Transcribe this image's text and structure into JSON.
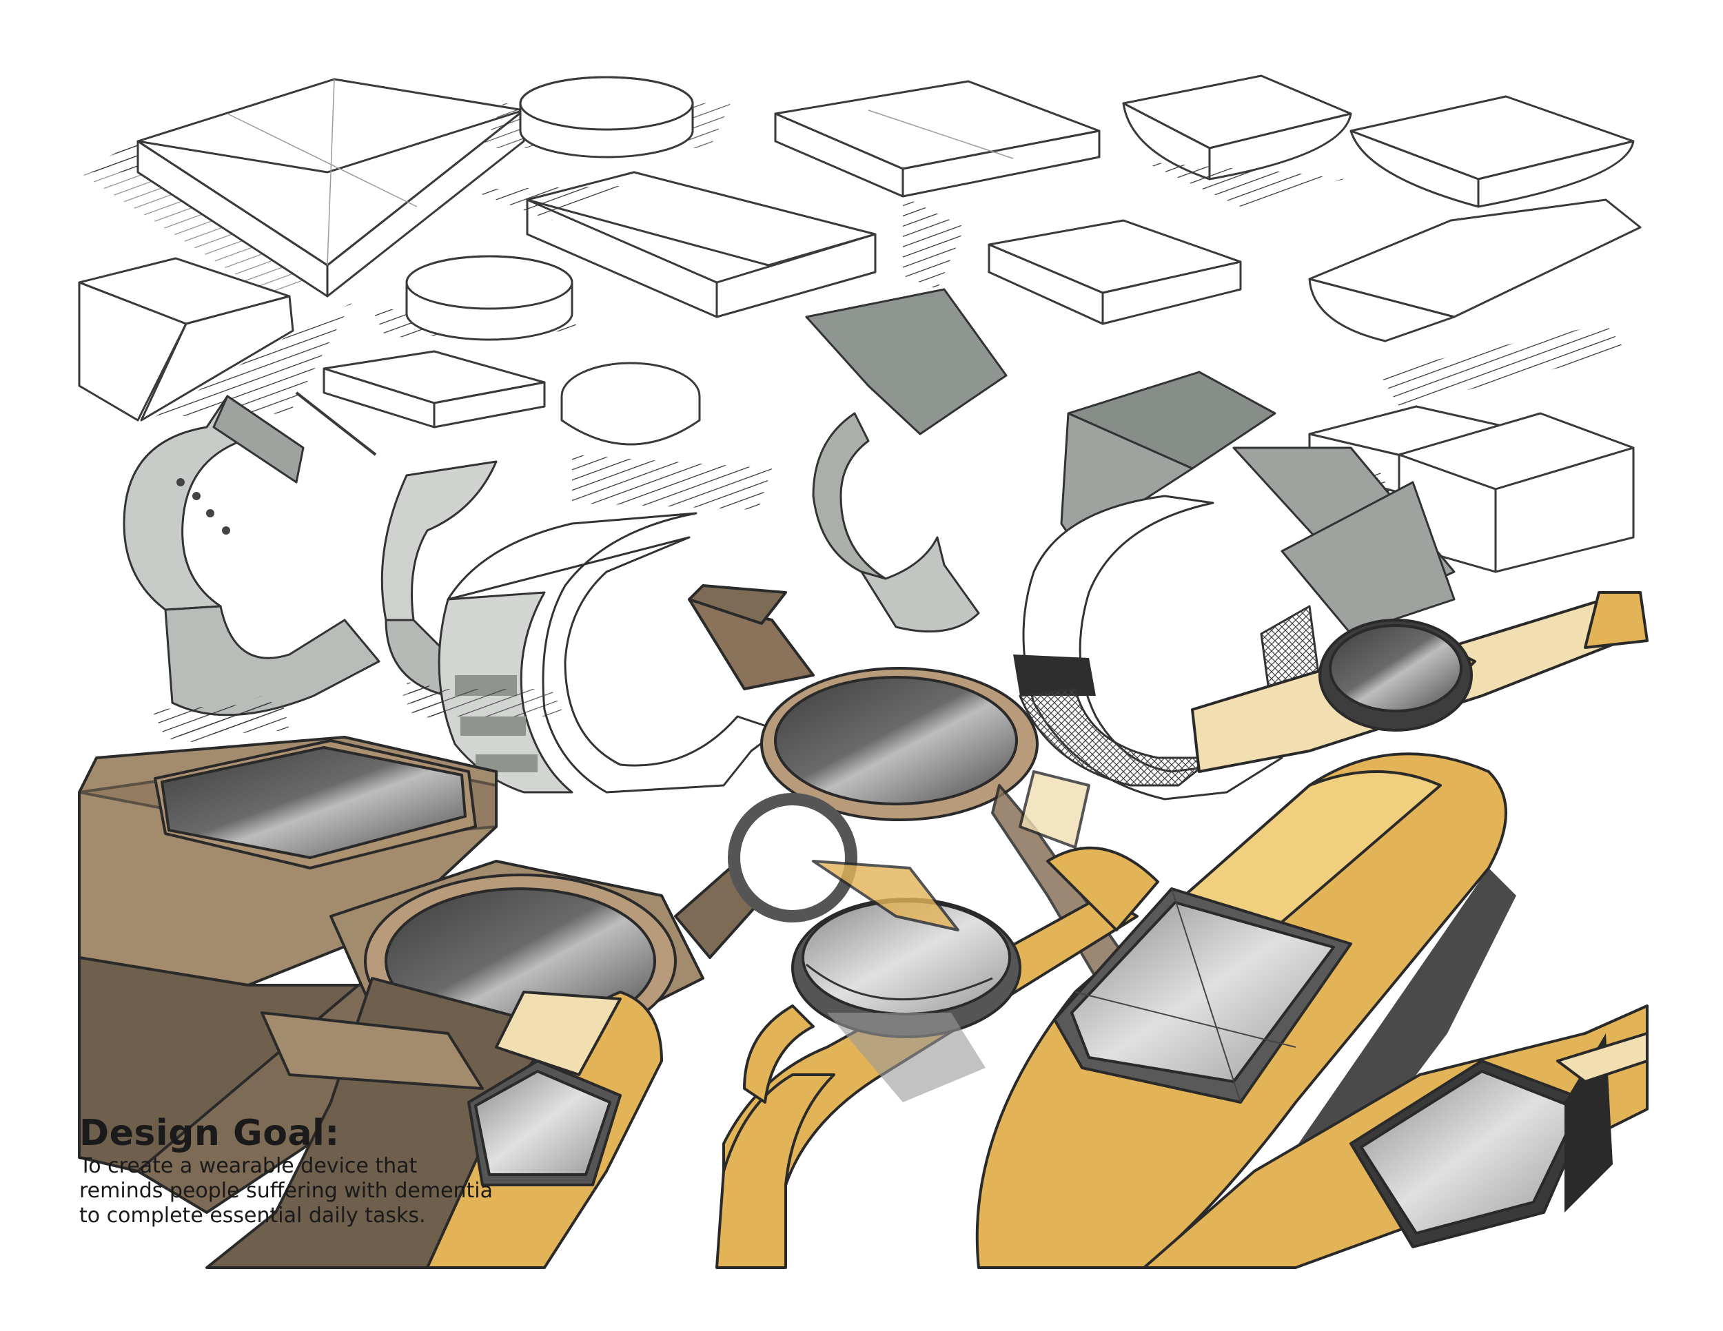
{
  "caption": {
    "title": "Design Goal:",
    "lines": [
      "To create a wearable device that",
      "reminds people suffering with dementia",
      "to complete essential daily tasks."
    ]
  },
  "colors": {
    "line": "#3a3a3a",
    "pencil": "#8c8c8c",
    "gray_marker": "#9ea3a0",
    "dark_marker": "#5d5f60",
    "wood": "#a88c6c",
    "wood_dark": "#7d6a55",
    "gold": "#e3b457",
    "gold_light": "#f0d7a0",
    "screen": "#5a5a5a"
  }
}
